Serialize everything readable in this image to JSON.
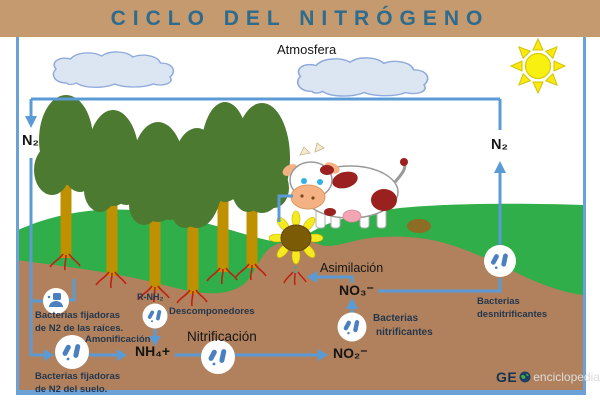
{
  "header": {
    "title": "CICLO DEL NITRÓGENO"
  },
  "scene": {
    "atmosphere_label": "Atmosfera",
    "n2_left": "N₂",
    "n2_right": "N₂"
  },
  "chemicals": {
    "r_nh2": "R-NH₂",
    "nh4": "NH₄+",
    "no2": "NO₂⁻",
    "no3": "NO₃⁻"
  },
  "processes": {
    "amonificacion": "Amonificación",
    "nitrificacion": "Nitrificación",
    "asimilacion": "Asimilación"
  },
  "bacteria": {
    "fijadoras_raices": {
      "line1": "Bacterias fijadoras",
      "line2": "de N2 de las raíces."
    },
    "fijadoras_suelo": {
      "line1": "Bacterias fijadoras",
      "line2": "de N2 del suelo."
    },
    "descomponedores": "Descomponedores",
    "nitrificantes": {
      "line1": "Bacterias",
      "line2": "nitrificantes"
    },
    "desnitrificantes": {
      "line1": "Bacterias",
      "line2": "desnitrificantes"
    }
  },
  "logo": {
    "ge": "GE",
    "rest": "enciclopedia"
  },
  "icons": [
    "sun-icon",
    "cloud-icon",
    "bacteria-icon",
    "globe-icon",
    "tree-illustration",
    "cow-illustration",
    "sunflower-illustration"
  ],
  "colors": {
    "header_bg": "#c49a6e",
    "title_text": "#2e6b8d",
    "arrow_blue": "#5b9bd5",
    "grass_green": "#2fae49",
    "soil_brown": "#b0815c",
    "tree_green": "#4c7a31",
    "trunk_gold": "#bf9000",
    "root_red": "#c21f14",
    "sun_yellow": "#f7f011",
    "cloud_fill": "#dce6f3",
    "label_navy": "#24374e"
  }
}
